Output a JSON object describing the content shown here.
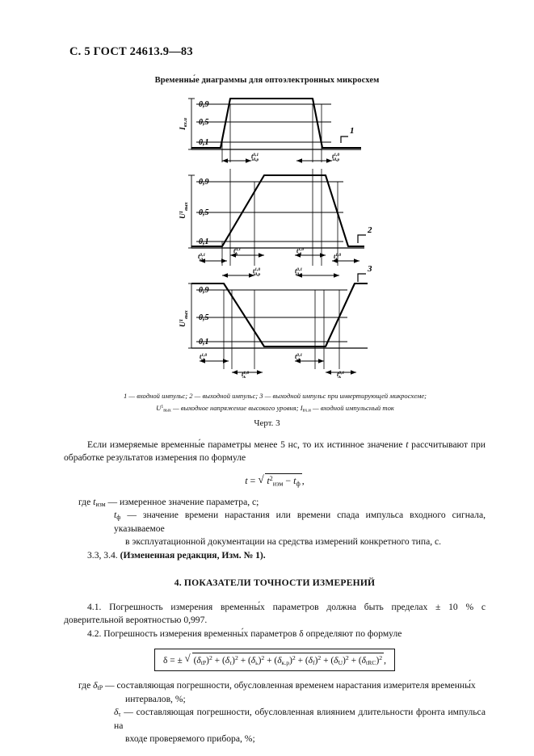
{
  "header": {
    "page_marker": "С. 5 ГОСТ 24613.9—83"
  },
  "figure": {
    "title": "Временны́е диаграммы для оптоэлектронных микросхем",
    "number": "Черт. 3",
    "caption_line1": "1 — входной импульс; 2 — выходной импульс; 3 — выходной импульс при инвертирующей микросхеме;",
    "caption_line2_a": "U",
    "caption_line2_sup": "1",
    "caption_line2_sub": "вых",
    "caption_line2_b": " — выходное напряжение высокого уровня; ",
    "caption_line2_c": "I",
    "caption_line2_c_sub": "вх.и",
    "caption_line2_d": " — входной импульсный ток",
    "axis_levels": [
      "0,9",
      "0,5",
      "0,1"
    ],
    "trace_labels": [
      "1",
      "2",
      "3"
    ],
    "y_axis_label_1_main": "I",
    "y_axis_label_1_sub": "вх.и",
    "y_axis_label_2_main": "U",
    "y_axis_label_2_sup": "1",
    "y_axis_label_2_sub": "вых",
    "y_axis_label_3_main": "U",
    "y_axis_label_3_sup": "1",
    "y_axis_label_3_sub": "вых",
    "timing_labels": [
      {
        "base": "t",
        "sup": "0,1",
        "sub": "зд,р"
      },
      {
        "base": "t",
        "sup": "1,0",
        "sub": "зд,р"
      },
      {
        "base": "t",
        "sup": "0,1",
        "sub": "зд"
      },
      {
        "base": "t",
        "sup": "0,1",
        "sub": "ф"
      },
      {
        "base": "t",
        "sup": "1,0",
        "sub": "зд,р"
      },
      {
        "base": "t",
        "sup": "1,0",
        "sub": "зд"
      },
      {
        "base": "t",
        "sup": "1,0",
        "sub": "ф"
      },
      {
        "base": "t",
        "sup": "0,1",
        "sub": "зд,р"
      },
      {
        "base": "t",
        "sup": "1,0",
        "sub": "зд"
      },
      {
        "base": "t",
        "sup": "1,0",
        "sub": "ф"
      },
      {
        "base": "t",
        "sup": "0,1",
        "sub": "зд"
      },
      {
        "base": "t",
        "sup": "0,1",
        "sub": "ф"
      }
    ]
  },
  "body": {
    "p1_part1": "Если измеряемые временны́е параметры менее 5 нс, то их истинное значение ",
    "p1_italic_t": "t",
    "p1_part2": " рассчитывают при обработке результатов измерения по формуле",
    "formula1": {
      "lhs": "t",
      "eq": " = ",
      "radicand_base": "t",
      "radicand_sup": "2",
      "radicand_sub": "изм",
      "radicand_minus": " − ",
      "radicand_t2": "t",
      "radicand_t2_sub": "ф",
      "trailing": ","
    },
    "p2_pre": "где ",
    "p2_sym": "t",
    "p2_sym_sub": "изм",
    "p2_text": " — измеренное значение параметра, с;",
    "p3_sym": "t",
    "p3_sym_sub": "ф",
    "p3_text": " — значение времени нарастания или времени спада импульса входного сигнала, указываемое",
    "p3_text_cont": "в эксплуатационной документации на средства измерений конкретного типа, с.",
    "p4_plain": "3.3, 3.4. ",
    "p4_bold": "(Измененная редакция, Изм. № 1).",
    "section_heading": "4. ПОКАЗАТЕЛИ ТОЧНОСТИ ИЗМЕРЕНИЙ",
    "p41": "4.1.  Погрешность измерения временны́х параметров должна быть  пределах ± 10 % с доверительной вероятностью 0,997.",
    "p42": "4.2.  Погрешность измерения временны́х параметров δ определяют по формуле",
    "formula2": {
      "lead": "δ = ± ",
      "terms": [
        {
          "sym": "δ",
          "sub": "tP"
        },
        {
          "sym": "δ",
          "sub": "τ"
        },
        {
          "sym": "δ",
          "sub": "ь"
        },
        {
          "sym": "δ",
          "sub": "к.р"
        },
        {
          "sym": "δ",
          "sub": "f"
        },
        {
          "sym": "δ",
          "sub": "U"
        },
        {
          "sym": "δ",
          "sub": "tRC"
        }
      ],
      "power": "2",
      "trailing": ","
    },
    "p5_pre": "где ",
    "p5_sym": "δ",
    "p5_sym_sub": "tP",
    "p5_text": " — составляющая погрешности, обусловленная временем нарастания измерителя временны́х",
    "p5_text_cont": "интервалов, %;",
    "p6_sym": "δ",
    "p6_sym_sub": "τ",
    "p6_text": " — составляющая погрешности, обусловленная влиянием длительности фронта импульса на",
    "p6_text_cont": "входе проверяемого прибора, %;"
  }
}
